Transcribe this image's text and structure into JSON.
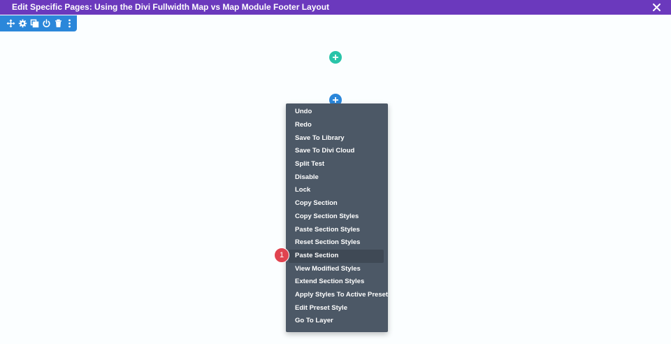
{
  "titlebar": {
    "title": "Edit Specific Pages: Using the Divi Fullwidth Map vs Map Module Footer Layout",
    "close_icon": "close-icon"
  },
  "toolbar": {
    "background": "#2b87da",
    "icons": [
      "move-icon",
      "gear-icon",
      "duplicate-icon",
      "power-icon",
      "trash-icon",
      "more-icon"
    ]
  },
  "add_buttons": [
    {
      "name": "add-row-button",
      "color": "#29c4a9"
    },
    {
      "name": "add-section-button",
      "color": "#2b87da"
    }
  ],
  "context_menu": {
    "items": [
      "Undo",
      "Redo",
      "Save To Library",
      "Save To Divi Cloud",
      "Split Test",
      "Disable",
      "Lock",
      "Copy Section",
      "Copy Section Styles",
      "Paste Section Styles",
      "Reset Section Styles",
      "Paste Section",
      "View Modified Styles",
      "Extend Section Styles",
      "Apply Styles To Active Preset",
      "Edit Preset Style",
      "Go To Layer"
    ],
    "highlighted": "Paste Section"
  },
  "step_badge": {
    "label": "1",
    "color": "#e0434f"
  },
  "colors": {
    "titlebar": "#6b39bd",
    "menu_bg": "#4c5866",
    "canvas_bg": "#fbfeff"
  }
}
